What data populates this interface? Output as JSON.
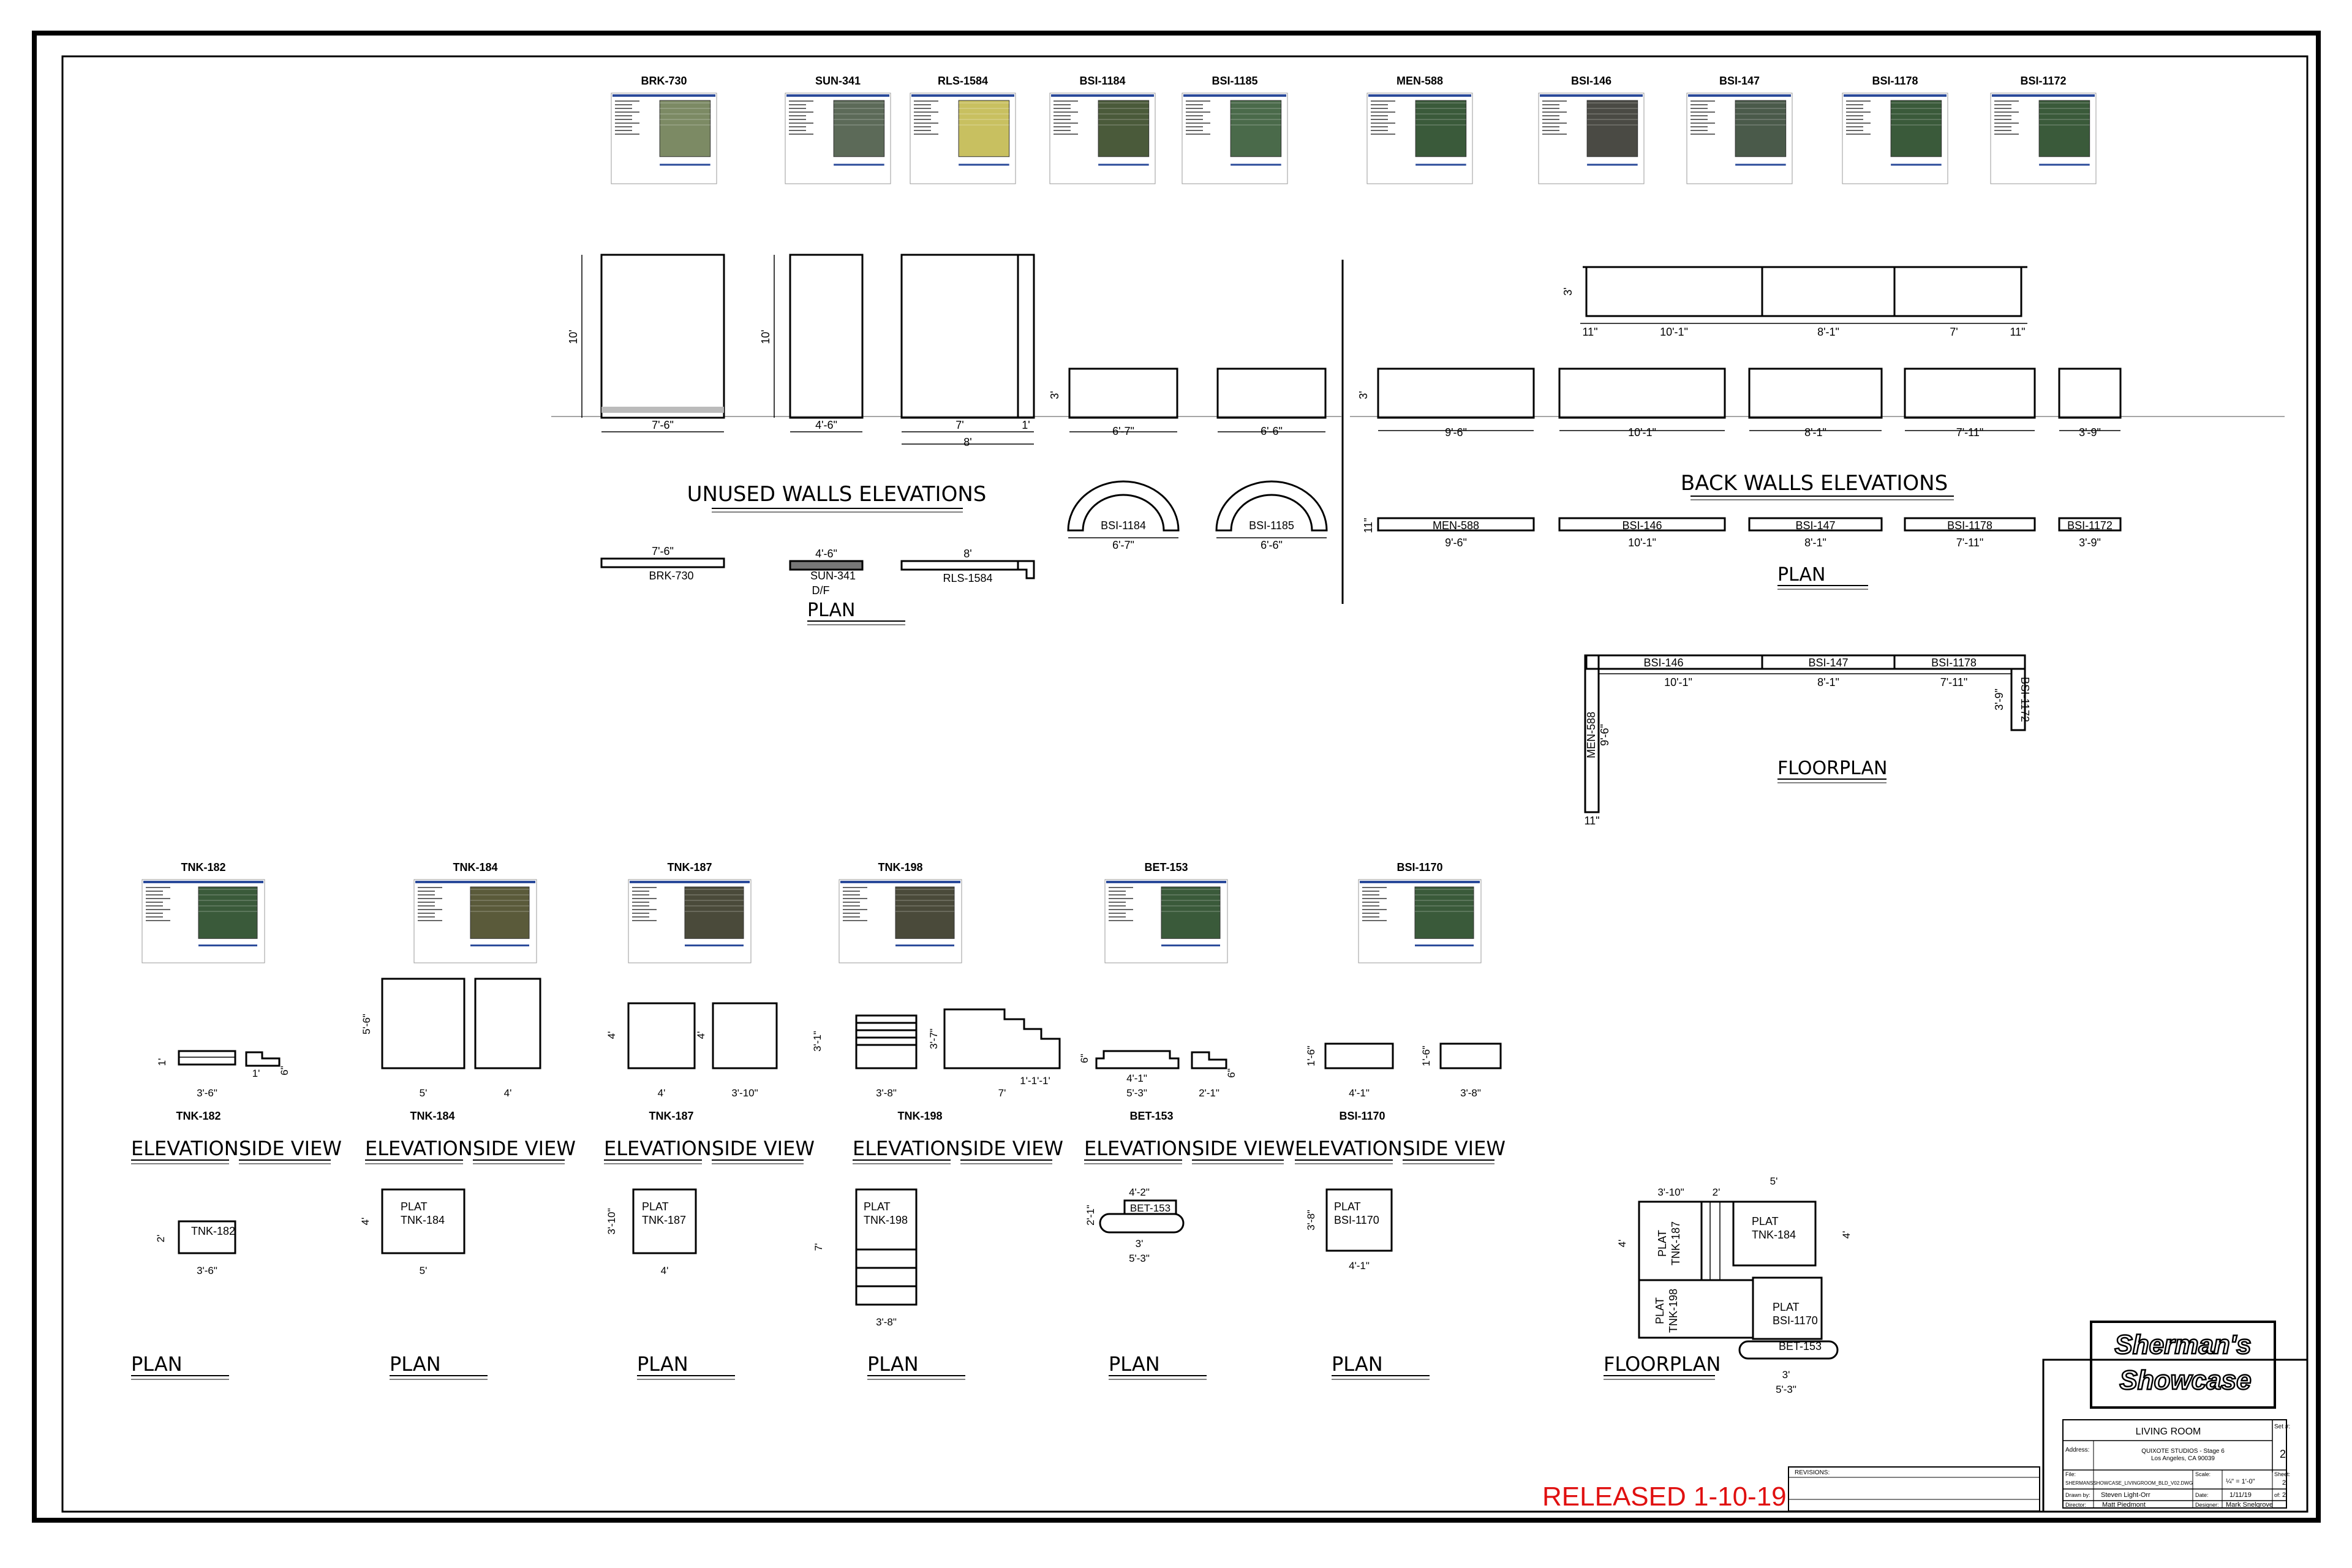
{
  "sheet_title": "LIVING ROOM",
  "released_stamp": "RELEASED 1-10-19",
  "logo_text": "Sherman's Showcase",
  "section_labels": {
    "unused_elev": "UNUSED WALLS ELEVATIONS",
    "unused_plan": "PLAN",
    "back_elev": "BACK WALLS ELEVATIONS",
    "back_plan": "PLAN",
    "back_floorplan": "FLOORPLAN",
    "elevation": "ELEVATION",
    "side_view": "SIDE VIEW",
    "plan": "PLAN",
    "floorplan": "FLOORPLAN"
  },
  "top_refs": [
    "BRK-730",
    "SUN-341",
    "RLS-1584",
    "BSI-1184",
    "BSI-1185",
    "MEN-588",
    "BSI-146",
    "BSI-147",
    "BSI-1178",
    "BSI-1172"
  ],
  "bottom_refs": [
    "TNK-182",
    "TNK-184",
    "TNK-187",
    "TNK-198",
    "BET-153",
    "BSI-1170"
  ],
  "unused": {
    "brk_height": "10'",
    "brk_width": "7'-6\"",
    "sun_height": "10'",
    "sun_width": "4'-6\"",
    "rls_width": "7'",
    "rls_return": "1'",
    "rls_total": "8'",
    "bsi1184_height": "3'",
    "bsi1184_width": "6'-7\"",
    "bsi1185_width": "6'-6\"",
    "arc1_label": "BSI-1184",
    "arc1_dim": "6'-7\"",
    "arc2_label": "BSI-1185",
    "arc2_dim": "6'-6\"",
    "plan_brk_dim": "7'-6\"",
    "plan_brk_label": "BRK-730",
    "plan_sun_dim": "4'-6\"",
    "plan_sun_label": "SUN-341",
    "plan_sun_note": "D/F",
    "plan_rls_dim": "8'",
    "plan_rls_label": "RLS-1584"
  },
  "back": {
    "top_height": "3'",
    "top_dims": [
      "11\"",
      "10'-1\"",
      "8'-1\"",
      "7'",
      "11\""
    ],
    "elev_height": "3'",
    "elev_dims": [
      "9'-6\"",
      "10'-1\"",
      "8'-1\"",
      "7'-11\"",
      "3'-9\""
    ],
    "plan_thickness": "11\"",
    "plan_labels": [
      "MEN-588",
      "BSI-146",
      "BSI-147",
      "BSI-1178",
      "BSI-1172"
    ],
    "plan_dims": [
      "9'-6\"",
      "10'-1\"",
      "8'-1\"",
      "7'-11\"",
      "3'-9\""
    ],
    "fp_labels": [
      "BSI-146",
      "BSI-147",
      "BSI-1178"
    ],
    "fp_dims": [
      "10'-1\"",
      "8'-1\"",
      "7'-11\""
    ],
    "fp_left_label": "MEN-588",
    "fp_left_dim": "9'-6\"",
    "fp_left_bottom": "11\"",
    "fp_right_label": "BSI-1172",
    "fp_right_dim": "3'-9\""
  },
  "tnk182": {
    "h": "1'",
    "w": "3'-6\"",
    "side_a": "1'",
    "side_b": "6\"",
    "plan_label": "TNK-182",
    "plan_d": "2'",
    "plan_w": "3'-6\""
  },
  "tnk184": {
    "h": "5'-6\"",
    "w": "5'",
    "side_w": "4'",
    "plan_label": "PLAT TNK-184",
    "plan_d": "4'",
    "plan_w": "5'"
  },
  "tnk187": {
    "h": "4'",
    "w": "4'",
    "side_h": "4'",
    "side_w": "3'-10\"",
    "plan_label": "PLAT TNK-187",
    "plan_d": "3'-10\"",
    "plan_w": "4'"
  },
  "tnk198": {
    "h": "3'-1\"",
    "w": "3'-8\"",
    "side_h": "3'-7\"",
    "side_w": "7'",
    "steps": "1'-1'-1'",
    "plan_label": "PLAT TNK-198",
    "plan_d": "7'",
    "plan_w": "3'-8\""
  },
  "bet153": {
    "h": "6\"",
    "w_top": "4'-1\"",
    "w": "5'-3\"",
    "side_w": "2'-1\"",
    "side_b": "6\"",
    "plan_label": "BET-153",
    "plan_top": "4'-2\"",
    "plan_mid": "3'",
    "plan_w": "5'-3\"",
    "plan_d": "2'-1\""
  },
  "bsi1170": {
    "h": "1'-6\"",
    "w": "4'-1\"",
    "side_h": "1'-6\"",
    "side_w": "3'-8\"",
    "plan_label": "PLAT BSI-1170",
    "plan_d": "3'-8\"",
    "plan_w": "4'-1\""
  },
  "floorplan": {
    "top_left": "3'-10\"",
    "top_mid": "2'",
    "top_right": "5'",
    "left_d": "4'",
    "right_d": "4'",
    "tnk187": "PLAT TNK-187",
    "tnk184": "PLAT TNK-184",
    "tnk198": "PLAT TNK-198",
    "bsi1170": "PLAT BSI-1170",
    "bet153": "BET-153",
    "bot_a": "3'",
    "bot_b": "5'-3\""
  },
  "title_block": {
    "set_label": "Set #:",
    "set_value": "2",
    "address_label": "Address:",
    "address_value": "QUIXOTE STUDIOS - Stage 6\nLos Angeles, CA   90039",
    "file_label": "File:",
    "file_value": "SHERMANSSHOWCASE_LIVINGROOM_BLD_V02.DWG",
    "scale_label": "Scale:",
    "scale_value": "¼\" = 1'-0\"",
    "sheet_label": "Sheet:",
    "sheet_value": "2",
    "drawn_label": "Drawn by:",
    "drawn_value": "Steven Light-Orr",
    "date_label": "Date:",
    "date_value": "1/11/19",
    "of_label": "of:",
    "of_value": "2",
    "director_label": "Director:",
    "director_value": "Matt Piedmont",
    "designer_label": "Designer:",
    "designer_value": "Mark Snelgrove",
    "revisions_label": "REVISIONS:"
  }
}
